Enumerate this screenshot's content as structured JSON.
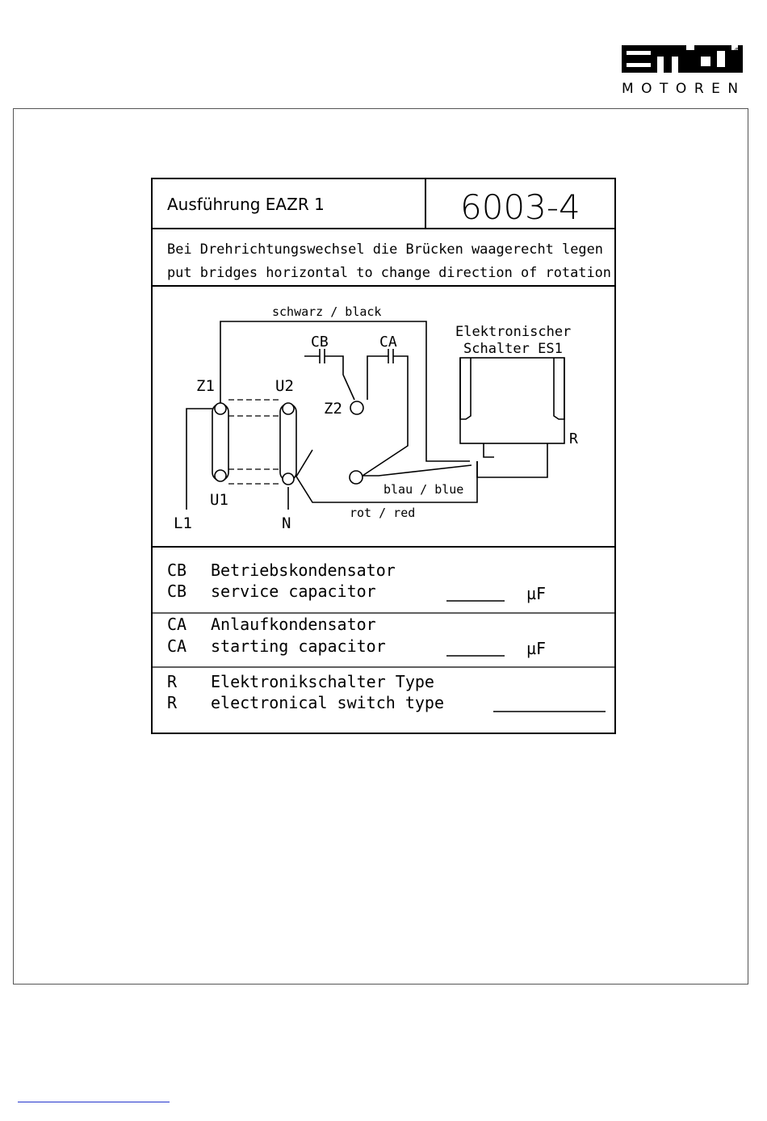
{
  "logo": {
    "brand_text": "MOTOREN",
    "registered_mark": "®"
  },
  "header": {
    "execution_label": "Ausführung EAZR 1",
    "diagram_number": "6003-4"
  },
  "instruction": {
    "german": "Bei Drehrichtungswechsel die Brücken waagerecht legen",
    "english": "put bridges horizontal to change direction of rotation"
  },
  "diagram": {
    "wire_black": "schwarz / black",
    "wire_blue": "blau / blue",
    "wire_red": "rot / red",
    "cap_cb": "CB",
    "cap_ca": "CA",
    "switch_line1": "Elektronischer",
    "switch_line2": "Schalter ES1",
    "switch_r": "R",
    "terminal_z1": "Z1",
    "terminal_u2": "U2",
    "terminal_z2": "Z2",
    "terminal_u1": "U1",
    "terminal_l1": "L1",
    "terminal_n": "N"
  },
  "legend": [
    {
      "code": "CB",
      "text": "Betriebskondensator",
      "unit": ""
    },
    {
      "code": "CB",
      "text": "service capacitor",
      "unit": "µF"
    },
    {
      "code": "CA",
      "text": "Anlaufkondensator",
      "unit": ""
    },
    {
      "code": "CA",
      "text": "starting capacitor",
      "unit": "µF"
    },
    {
      "code": "R",
      "text": "Elektronikschalter Type",
      "unit": ""
    },
    {
      "code": "R",
      "text": "electronical switch type",
      "unit": ""
    }
  ]
}
